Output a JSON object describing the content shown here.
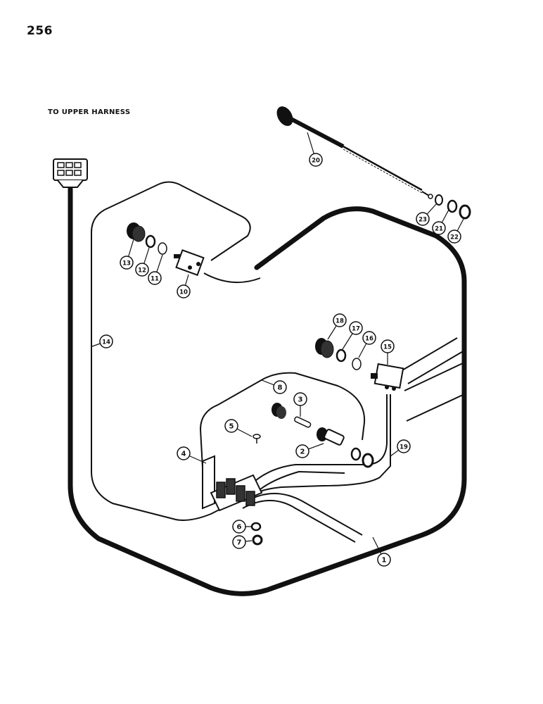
{
  "page_number": "256",
  "upper_harness_label": "TO UPPER HARNESS",
  "callouts": [
    "1",
    "2",
    "3",
    "4",
    "5",
    "6",
    "7",
    "8",
    "10",
    "11",
    "12",
    "13",
    "14",
    "15",
    "16",
    "17",
    "18",
    "19",
    "20",
    "21",
    "22",
    "23"
  ]
}
